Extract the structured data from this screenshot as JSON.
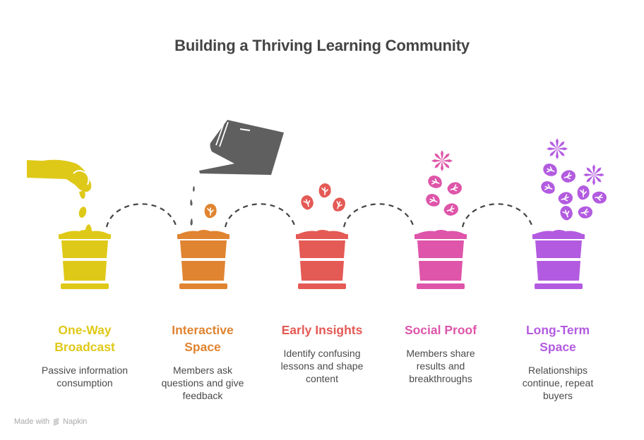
{
  "title": "Building a Thriving Learning Community",
  "stages": [
    {
      "title": "One-Way Broadcast",
      "title_lines": [
        "One-Way",
        "Broadcast"
      ],
      "description": "Passive information consumption",
      "color": "#DFC918",
      "illustration": "hand-dropping-seeds-icon"
    },
    {
      "title": "Interactive Space",
      "title_lines": [
        "Interactive",
        "Space"
      ],
      "description": "Members ask questions and give feedback",
      "color": "#E08431",
      "illustration": "watering-can-icon"
    },
    {
      "title": "Early Insights",
      "title_lines": [
        "Early Insights"
      ],
      "description": "Identify confusing lessons and shape content",
      "color": "#E45A55",
      "illustration": "sprouting-leaves-icon"
    },
    {
      "title": "Social Proof",
      "title_lines": [
        "Social Proof"
      ],
      "description": "Members share results and breakthroughs",
      "color": "#DE55A9",
      "illustration": "leaves-and-flower-icon"
    },
    {
      "title": "Long-Term Space",
      "title_lines": [
        "Long-Term",
        "Space"
      ],
      "description": "Relationships continue, repeat buyers",
      "color": "#B35BE0",
      "illustration": "flourishing-plant-icon"
    }
  ],
  "connector_color": "#444444",
  "watering_can_color": "#5F5F5F",
  "footer": {
    "prefix": "Made with",
    "brand": "Napkin",
    "icon": "napkin-logo-icon"
  }
}
